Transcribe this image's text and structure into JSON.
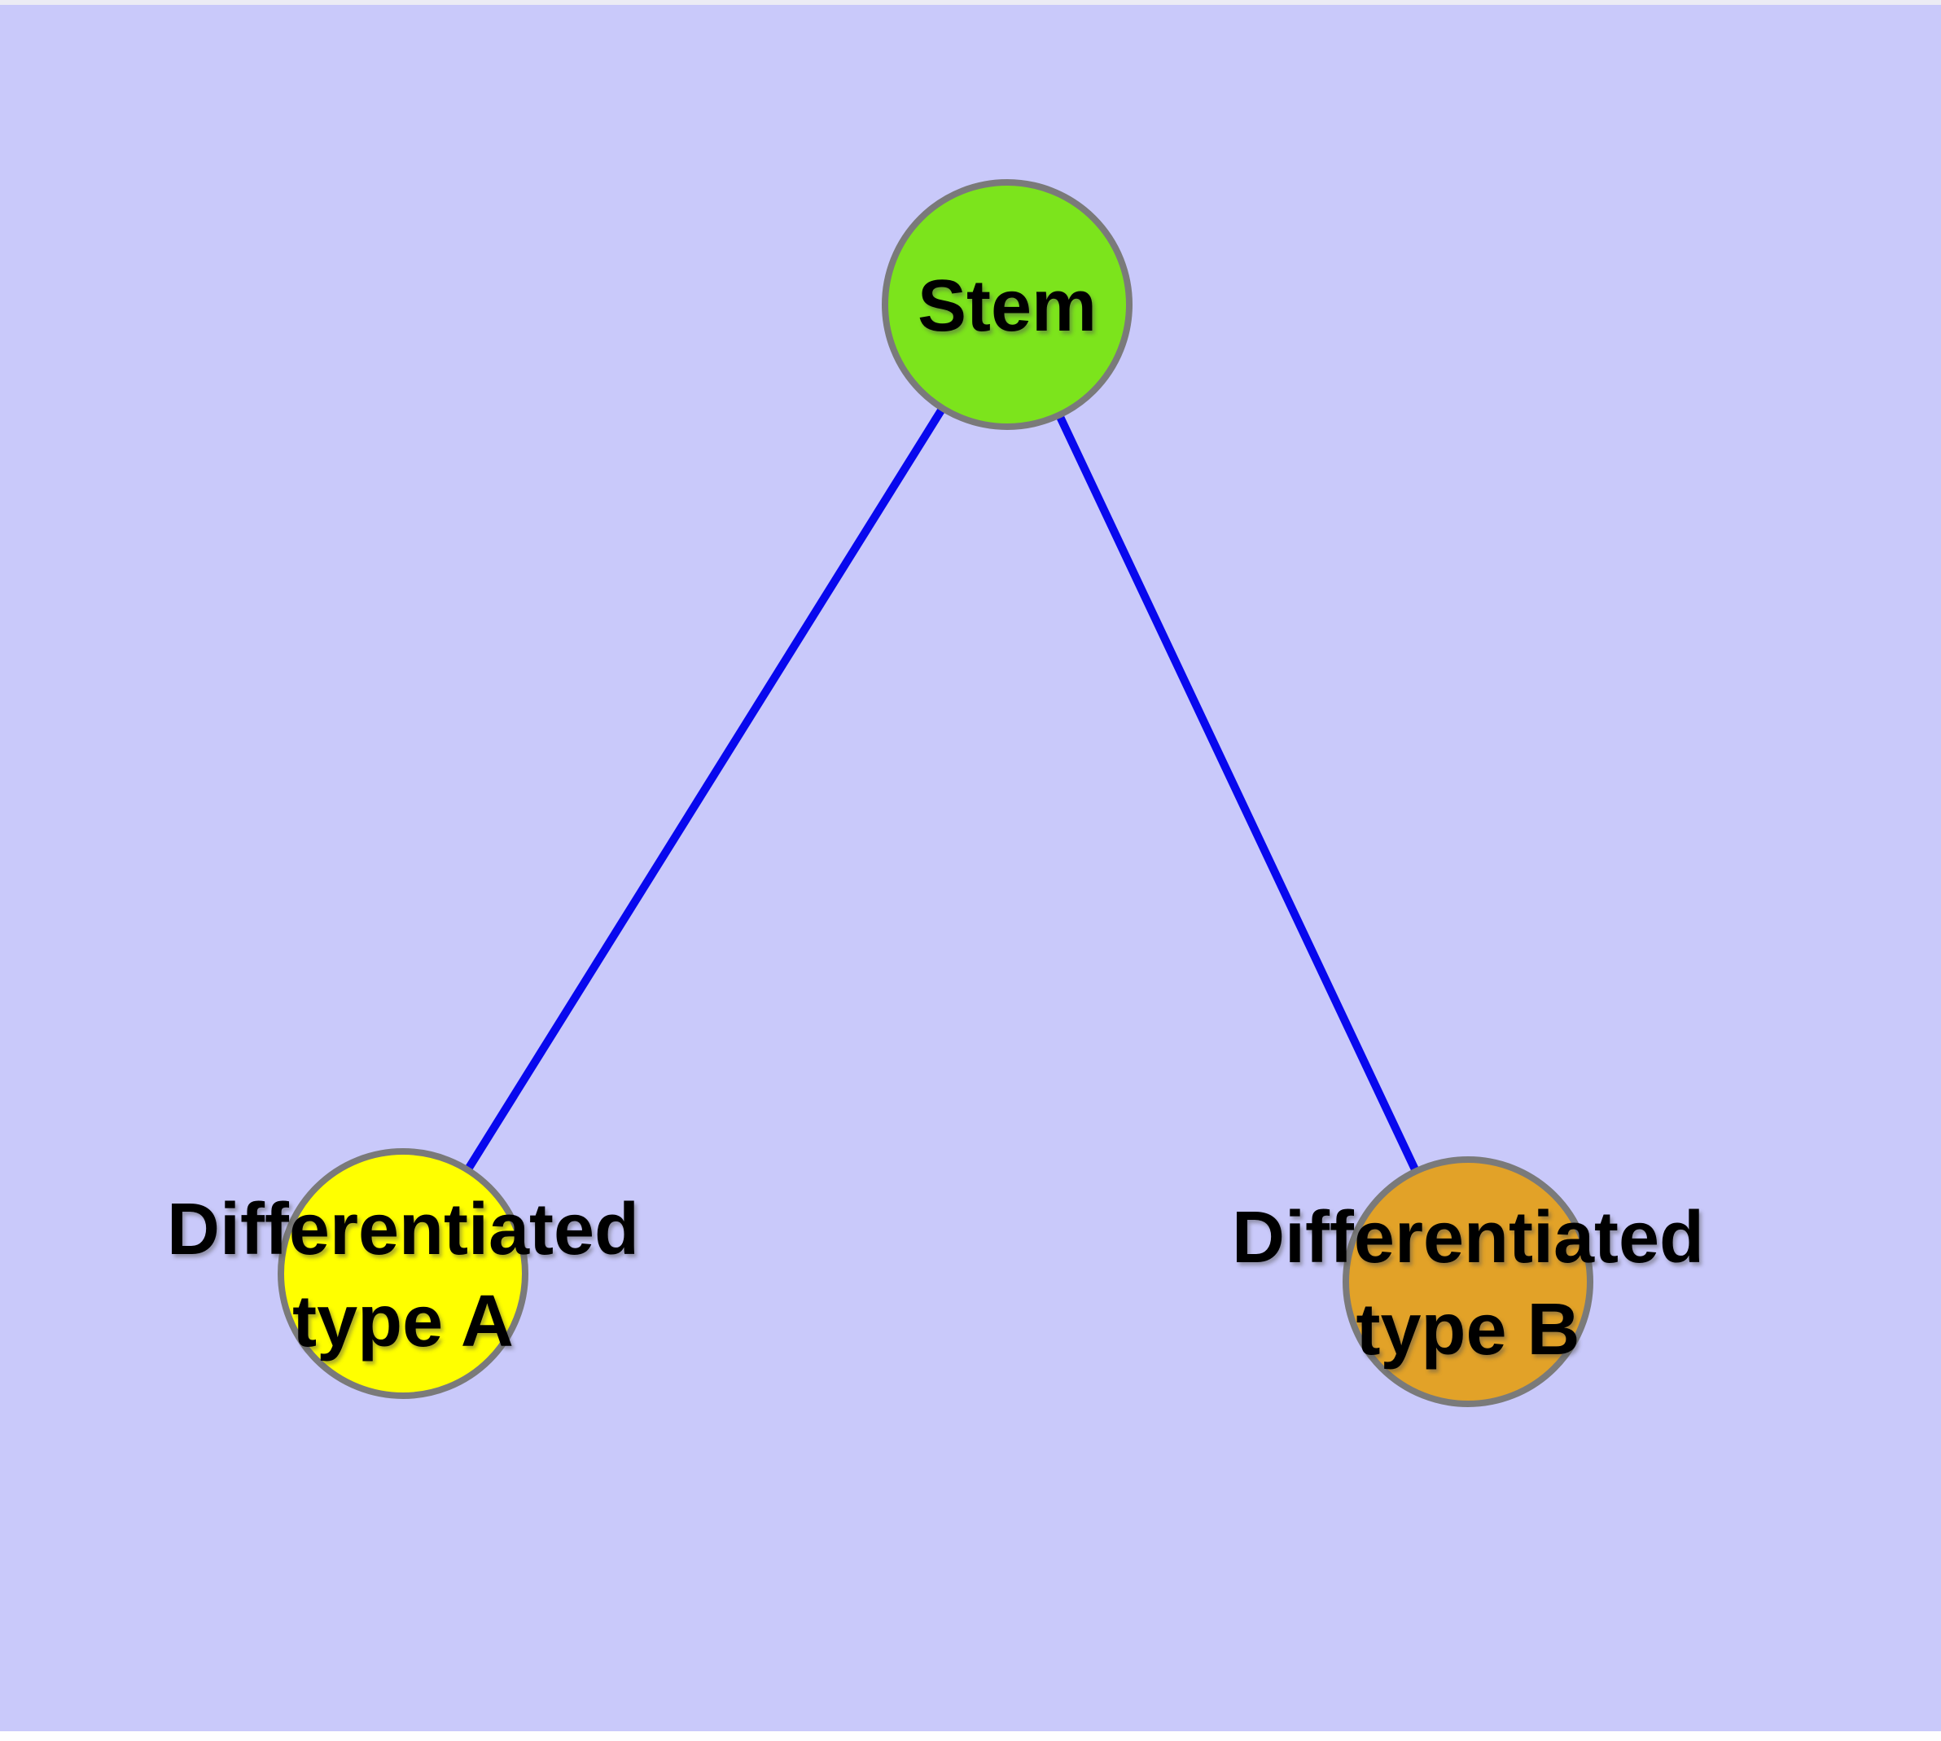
{
  "background": {
    "plot_bg_color": "#C9C9FA",
    "top_margin_color": "#ECECF4",
    "bottom_margin_color": "#FEFEFE"
  },
  "graph": {
    "edge_color": "#0808EE",
    "node_border_color": "#7A7A7A",
    "label_color": "#000000",
    "nodes": [
      {
        "id": "stem",
        "label": "Stem",
        "label_lines": [
          "Stem"
        ],
        "fill": "#7CE41C"
      },
      {
        "id": "type-a",
        "label": "Differentiated type A",
        "label_line1": "Differentiated",
        "label_line2": "type A",
        "fill": "#FFFF00"
      },
      {
        "id": "type-b",
        "label": "Differentiated type B",
        "label_line1": "Differentiated",
        "label_line2": "type B",
        "fill": "#E2A228"
      }
    ],
    "edges": [
      {
        "from": "Stem",
        "to": "Differentiated type A"
      },
      {
        "from": "Stem",
        "to": "Differentiated type B"
      }
    ]
  }
}
